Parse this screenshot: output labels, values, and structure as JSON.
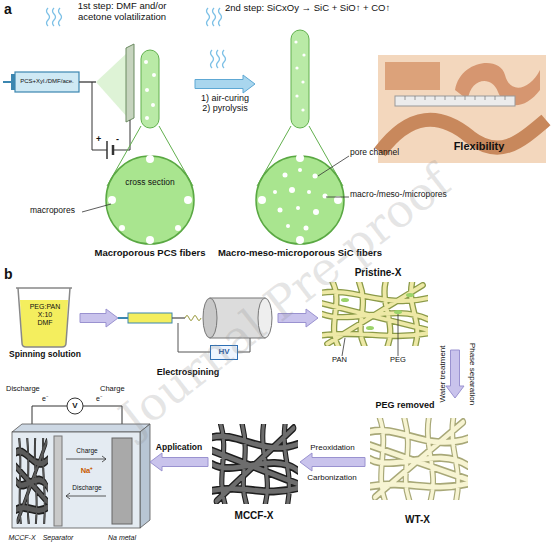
{
  "diagram": {
    "nodes": [
      {
        "text": [
          "PCS+Xyl./DMF/ace."
        ]
      },
      {
        "text": [
          "Macroporous PCS fibers"
        ]
      },
      {
        "text": [
          "Macro-meso-microporous SiC fibers"
        ]
      },
      {
        "text": [
          "Flexibility"
        ]
      },
      {
        "text": [
          "PEG:PAN X:10 DMF",
          "Spinning solution"
        ]
      },
      {
        "text": [
          "Electrospining"
        ]
      },
      {
        "text": [
          "HV"
        ],
        "in": 5
      },
      {
        "text": [
          "Pristine-X"
        ]
      },
      {
        "text": [
          "PEG removed",
          "WT-X"
        ]
      },
      {
        "text": [
          "MCCF-X"
        ]
      },
      {
        "text": [
          "MCCF-X",
          "Separator",
          "Na metal"
        ]
      }
    ],
    "edges": [
      {
        "from": 1,
        "to": 2,
        "label": "1) air-curing 2) pyrolysis",
        "arrow": "to"
      },
      {
        "from": 4,
        "to": 5,
        "arrow": "to"
      },
      {
        "from": 5,
        "to": 7,
        "arrow": "to"
      },
      {
        "from": 7,
        "to": 8,
        "label": "Water treatment",
        "arrow": "to"
      },
      {
        "from": 8,
        "to": 9,
        "label": "Preoxidation",
        "arrow": "to"
      },
      {
        "from": 9,
        "to": 10,
        "label": "Application",
        "arrow": "to"
      }
    ],
    "labels": [
      "a",
      "1st step: DMF and/or acetone volatilization",
      "2nd step: SiCxOy → SiC + SiO↑ + CO↑",
      "+",
      "-",
      "macropores",
      "cross section",
      "pore channel",
      "macro-/meso-/micropores",
      "b",
      "PAN",
      "PEG",
      "Phase separation",
      "Carbonization",
      "Discharge",
      "Charge",
      "e⁻",
      "e⁻",
      "V",
      "Charge",
      "Discharge",
      "Na⁺",
      "Journal Pre-proof"
    ]
  }
}
